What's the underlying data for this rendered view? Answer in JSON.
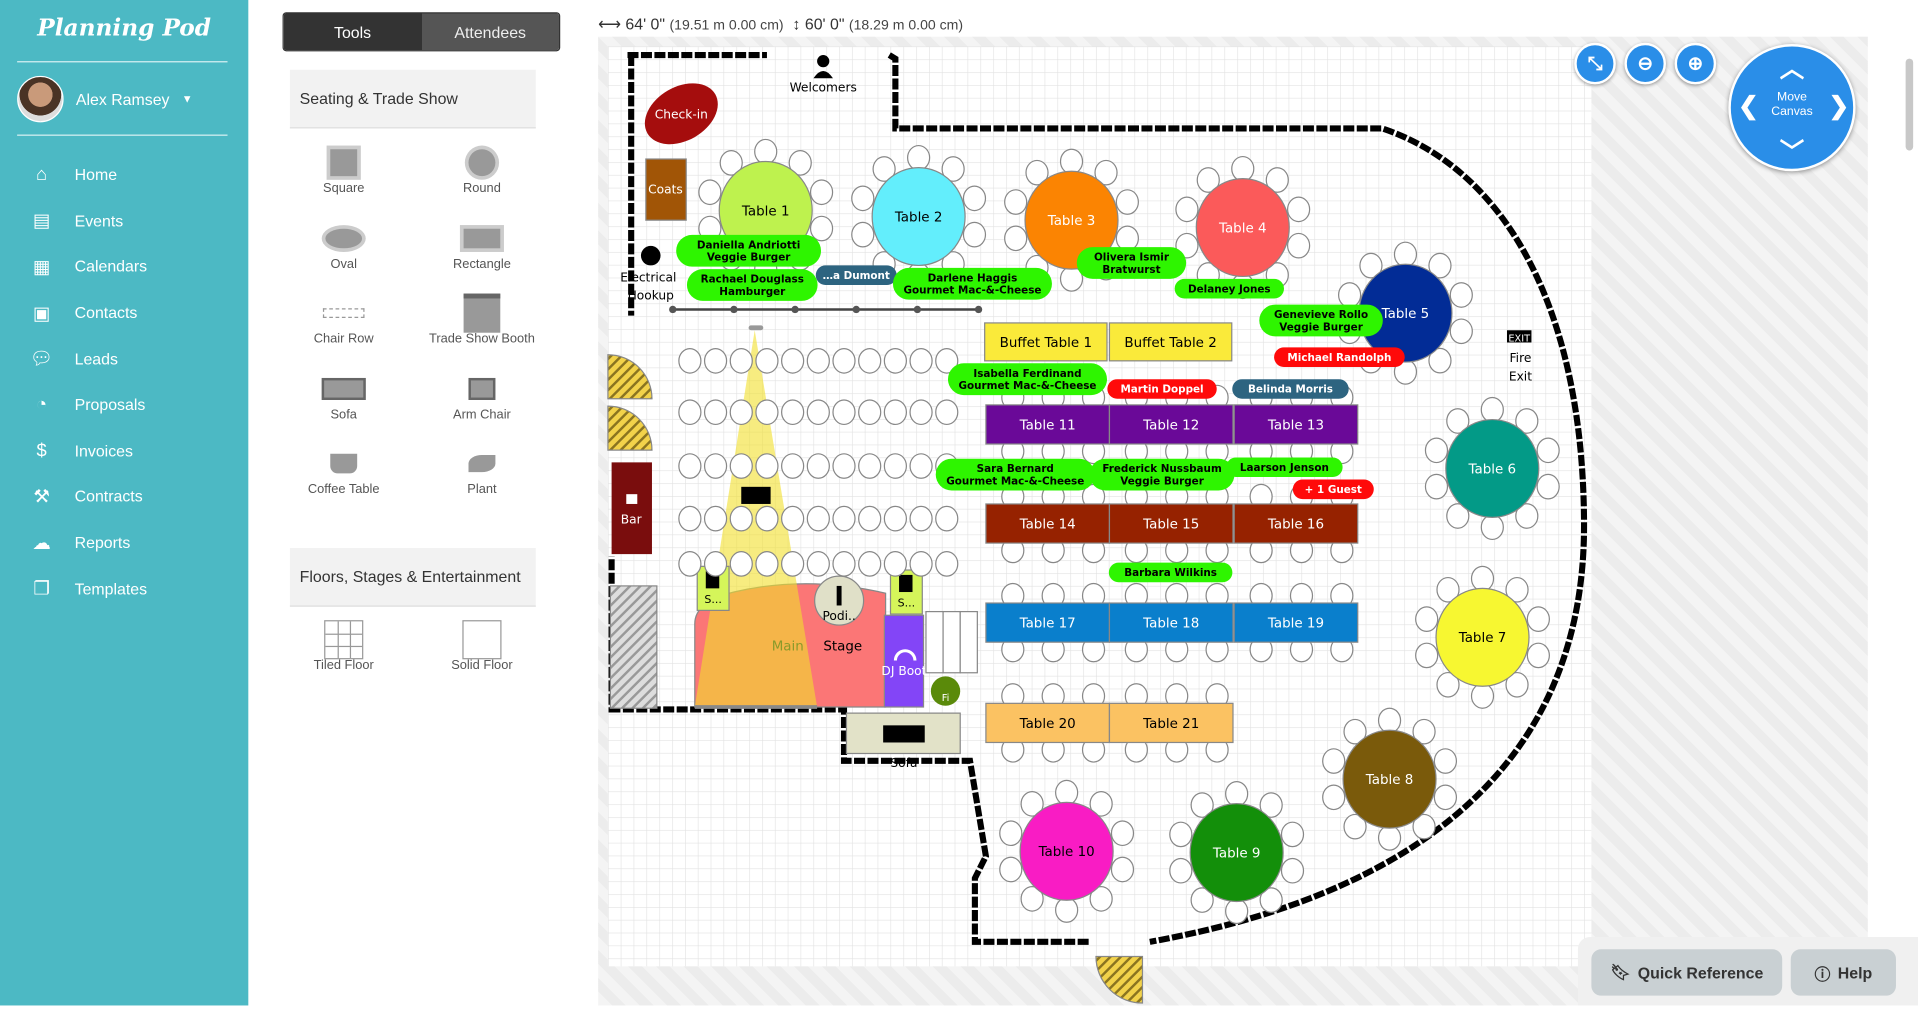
{
  "app": {
    "logo": "Planning Pod",
    "user": "Alex Ramsey"
  },
  "sidebar": {
    "items": [
      {
        "label": "Home",
        "icon": "home-icon"
      },
      {
        "label": "Events",
        "icon": "book-icon"
      },
      {
        "label": "Calendars",
        "icon": "calendar-icon"
      },
      {
        "label": "Contacts",
        "icon": "address-card-icon"
      },
      {
        "label": "Leads",
        "icon": "chat-icon"
      },
      {
        "label": "Proposals",
        "icon": "pie-chart-icon"
      },
      {
        "label": "Invoices",
        "icon": "dollar-icon"
      },
      {
        "label": "Contracts",
        "icon": "gavel-icon"
      },
      {
        "label": "Reports",
        "icon": "cloud-download-icon"
      },
      {
        "label": "Templates",
        "icon": "copy-icon"
      }
    ]
  },
  "panel": {
    "tabs": [
      "Tools",
      "Attendees"
    ],
    "sections": [
      {
        "title": "Seating & Trade Show",
        "items": [
          "Square",
          "Round",
          "Oval",
          "Rectangle",
          "Chair Row",
          "Trade Show Booth",
          "Sofa",
          "Arm Chair",
          "Coffee Table",
          "Plant"
        ]
      },
      {
        "title": "Floors, Stages & Entertainment",
        "items": [
          "Tiled Floor",
          "Solid Floor"
        ]
      }
    ]
  },
  "dimensions": {
    "width": "64' 0\"",
    "width_metric": "(19.51 m 0.00 cm)",
    "height": "60' 0\"",
    "height_metric": "(18.29 m 0.00 cm)"
  },
  "controls": {
    "move_canvas": "Move Canvas",
    "quick_reference": "Quick Reference",
    "help": "Help"
  },
  "floor": {
    "round_tables": [
      {
        "label": "Table 1",
        "color": "#bef24e",
        "text": "#000000"
      },
      {
        "label": "Table 2",
        "color": "#63eefc",
        "text": "#000000"
      },
      {
        "label": "Table 3",
        "color": "#fb8402",
        "text": "#ffffff"
      },
      {
        "label": "Table 4",
        "color": "#fb5a5a",
        "text": "#ffffff"
      },
      {
        "label": "Table 5",
        "color": "#022c96",
        "text": "#ffffff"
      },
      {
        "label": "Table 6",
        "color": "#039a87",
        "text": "#ffffff"
      },
      {
        "label": "Table 7",
        "color": "#f7f731",
        "text": "#000000"
      },
      {
        "label": "Table 8",
        "color": "#7a5a0b",
        "text": "#ffffff"
      },
      {
        "label": "Table 9",
        "color": "#138f0a",
        "text": "#ffffff"
      },
      {
        "label": "Table 10",
        "color": "#f91cc4",
        "text": "#000000"
      }
    ],
    "rect_tables": [
      {
        "label": "Buffet Table 1",
        "color": "#faea3a",
        "text": "#000000",
        "seats": false
      },
      {
        "label": "Buffet Table 2",
        "color": "#faea3a",
        "text": "#000000",
        "seats": false
      },
      {
        "label": "Table 11",
        "color": "#6a0998",
        "text": "#ffffff",
        "seats": true
      },
      {
        "label": "Table 12",
        "color": "#6a0998",
        "text": "#ffffff",
        "seats": true
      },
      {
        "label": "Table 13",
        "color": "#6a0998",
        "text": "#ffffff",
        "seats": true
      },
      {
        "label": "Table 14",
        "color": "#962200",
        "text": "#ffffff",
        "seats": true
      },
      {
        "label": "Table 15",
        "color": "#962200",
        "text": "#ffffff",
        "seats": true
      },
      {
        "label": "Table 16",
        "color": "#962200",
        "text": "#ffffff",
        "seats": true
      },
      {
        "label": "Table 17",
        "color": "#0a7fcc",
        "text": "#ffffff",
        "seats": true
      },
      {
        "label": "Table 18",
        "color": "#0a7fcc",
        "text": "#ffffff",
        "seats": true
      },
      {
        "label": "Table 19",
        "color": "#0a7fcc",
        "text": "#ffffff",
        "seats": true
      },
      {
        "label": "Table 20",
        "color": "#fbc262",
        "text": "#000000",
        "seats": true
      },
      {
        "label": "Table 21",
        "color": "#fbc262",
        "text": "#000000",
        "seats": true
      }
    ],
    "objects": {
      "check_in": "Check-in",
      "coats": "Coats",
      "welcomers": "Welcomers",
      "electrical": [
        "Electrical",
        "Hookup"
      ],
      "bar": "Bar",
      "main_stage_a": "Main",
      "main_stage_b": "Stage",
      "podium": "Podi..",
      "speaker": "S...",
      "dj_booth": "DJ Boot",
      "plant": "Fi",
      "sofa": "Sofa",
      "exit_sign": "EXIT",
      "fire_exit": [
        "Fire",
        "Exit"
      ]
    },
    "guests": [
      {
        "lines": [
          "Daniella Andriotti",
          "Veggie Burger"
        ],
        "color": "#2ef500",
        "text": "#000"
      },
      {
        "lines": [
          "Rachael Douglass",
          "Hamburger"
        ],
        "color": "#2ef500",
        "text": "#000"
      },
      {
        "lines": [
          "…a Dumont"
        ],
        "color": "#2d6480",
        "text": "#fff"
      },
      {
        "lines": [
          "Darlene Haggis",
          "Gourmet Mac-&-Cheese"
        ],
        "color": "#2ef500",
        "text": "#000"
      },
      {
        "lines": [
          "Olivera Ismir",
          "Bratwurst"
        ],
        "color": "#2ef500",
        "text": "#000"
      },
      {
        "lines": [
          "Delaney Jones"
        ],
        "color": "#2ef500",
        "text": "#000"
      },
      {
        "lines": [
          "Genevieve Rollo",
          "Veggie Burger"
        ],
        "color": "#2ef500",
        "text": "#000"
      },
      {
        "lines": [
          "Michael Randolph"
        ],
        "color": "#ff0a0a",
        "text": "#fff"
      },
      {
        "lines": [
          "Martin Doppel"
        ],
        "color": "#ff0a0a",
        "text": "#fff"
      },
      {
        "lines": [
          "Belinda Morris"
        ],
        "color": "#2d6480",
        "text": "#fff"
      },
      {
        "lines": [
          "Isabella Ferdinand",
          "Gourmet Mac-&-Cheese"
        ],
        "color": "#2ef500",
        "text": "#000"
      },
      {
        "lines": [
          "Sara Bernard",
          "Gourmet Mac-&-Cheese"
        ],
        "color": "#2ef500",
        "text": "#000"
      },
      {
        "lines": [
          "Frederick Nussbaum",
          "Veggie Burger"
        ],
        "color": "#2ef500",
        "text": "#000"
      },
      {
        "lines": [
          "Barbara Wilkins"
        ],
        "color": "#2ef500",
        "text": "#000"
      },
      {
        "lines": [
          "Laarson Jenson"
        ],
        "color": "#2ef500",
        "text": "#000"
      },
      {
        "lines": [
          "+ 1 Guest"
        ],
        "color": "#ff0a0a",
        "text": "#fff"
      }
    ]
  }
}
